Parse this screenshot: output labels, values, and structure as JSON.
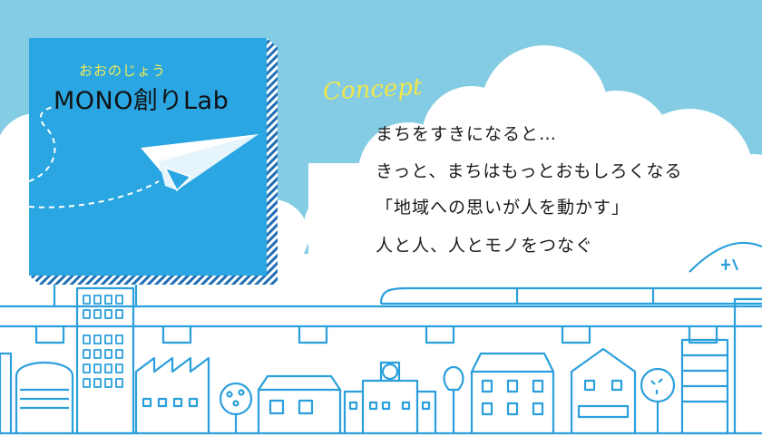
{
  "logo": {
    "subtitle": "おおのじょう",
    "title": "MONO創りLab"
  },
  "concept": {
    "label": "Concept",
    "lines": [
      "まちをすきになると…",
      "きっと、まちはもっとおもしろくなる",
      "「地域への思いが人を動かす」",
      "人と人、人とモノをつなぐ"
    ]
  },
  "colors": {
    "sky": "#84cce4",
    "logo_blue": "#2aa6e2",
    "accent_yellow": "#f1e64a",
    "line_blue": "#2a9fdc"
  },
  "icons": [
    "paper-plane-icon"
  ]
}
